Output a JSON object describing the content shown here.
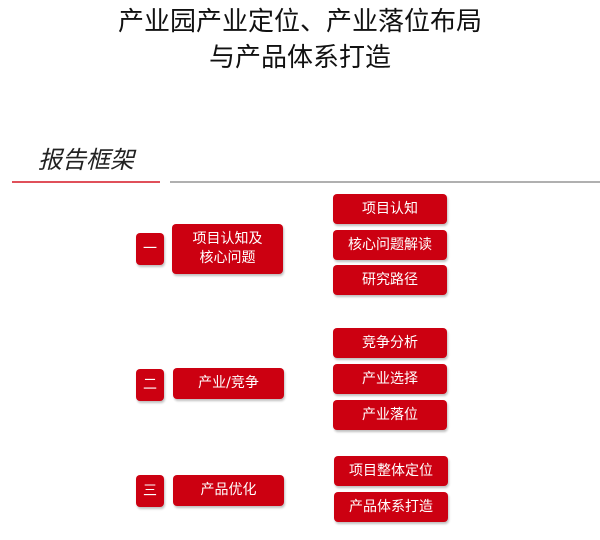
{
  "title": {
    "line1": "产业园产业定位、产业落位布局",
    "line2": "与产品体系打造"
  },
  "section_title": "报告框架",
  "colors": {
    "accent": "#cc0011"
  },
  "groups": [
    {
      "number": "一",
      "label": "项目认知及\n核心问题",
      "items": [
        "项目认知",
        "核心问题解读",
        "研究路径"
      ]
    },
    {
      "number": "二",
      "label": "产业/竞争",
      "items": [
        "竞争分析",
        "产业选择",
        "产业落位"
      ]
    },
    {
      "number": "三",
      "label": "产品优化",
      "items": [
        "项目整体定位",
        "产品体系打造"
      ]
    }
  ]
}
